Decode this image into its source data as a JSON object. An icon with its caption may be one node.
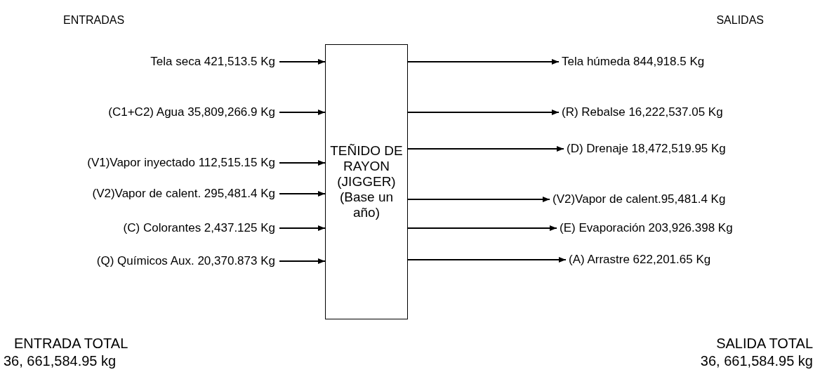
{
  "diagram": {
    "nodes": [
      {
        "text": [
          "TEÑIDO DE RAYON (JIGGER) (Base un año)"
        ]
      },
      {
        "text": [
          "Tela seca 421,513.5 Kg"
        ]
      },
      {
        "text": [
          "(C1+C2) Agua 35,809,266.9 Kg"
        ]
      },
      {
        "text": [
          "(V1)Vapor inyectado 112,515.15 Kg"
        ]
      },
      {
        "text": [
          "(V2)Vapor de calent. 295,481.4 Kg"
        ]
      },
      {
        "text": [
          "(C) Colorantes 2,437.125 Kg"
        ]
      },
      {
        "text": [
          "(Q) Químicos Aux. 20,370.873 Kg"
        ]
      },
      {
        "text": [
          "Tela húmeda 844,918.5 Kg"
        ]
      },
      {
        "text": [
          "(R) Rebalse 16,222,537.05 Kg"
        ]
      },
      {
        "text": [
          "(D) Drenaje 18,472,519.95 Kg"
        ]
      },
      {
        "text": [
          "(V2)Vapor de calent.95,481.4 Kg"
        ]
      },
      {
        "text": [
          "(E) Evaporación 203,926.398 Kg"
        ]
      },
      {
        "text": [
          "(A) Arrastre 622,201.65 Kg"
        ]
      }
    ],
    "edges": [
      {
        "from": 1,
        "to": 0,
        "arrow": "to"
      },
      {
        "from": 2,
        "to": 0,
        "arrow": "to"
      },
      {
        "from": 3,
        "to": 0,
        "arrow": "to"
      },
      {
        "from": 4,
        "to": 0,
        "arrow": "to"
      },
      {
        "from": 5,
        "to": 0,
        "arrow": "to"
      },
      {
        "from": 6,
        "to": 0,
        "arrow": "to"
      },
      {
        "from": 0,
        "to": 7,
        "arrow": "to"
      },
      {
        "from": 0,
        "to": 8,
        "arrow": "to"
      },
      {
        "from": 0,
        "to": 9,
        "arrow": "to"
      },
      {
        "from": 0,
        "to": 10,
        "arrow": "to"
      },
      {
        "from": 0,
        "to": 11,
        "arrow": "to"
      },
      {
        "from": 0,
        "to": 12,
        "arrow": "to"
      }
    ],
    "labels": [
      "ENTRADAS",
      "SALIDAS",
      "ENTRADA TOTAL",
      "36, 661,584.95 kg",
      "SALIDA TOTAL",
      "36, 661,584.95 kg"
    ]
  }
}
